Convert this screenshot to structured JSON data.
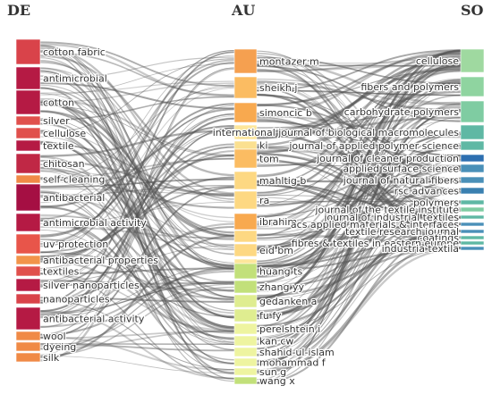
{
  "headers": {
    "left": "DE",
    "middle": "AU",
    "right": "SO"
  },
  "left_nodes": [
    {
      "label": "cotton fabric",
      "color": "#d9434a"
    },
    {
      "label": "antimicrobial",
      "color": "#b51a44"
    },
    {
      "label": "cotton",
      "color": "#b51a44"
    },
    {
      "label": "silver",
      "color": "#e0504c"
    },
    {
      "label": "cellulose",
      "color": "#e0504c"
    },
    {
      "label": "textile",
      "color": "#b51a44"
    },
    {
      "label": "chitosan",
      "color": "#c02845"
    },
    {
      "label": "self-cleaning",
      "color": "#f08a46"
    },
    {
      "label": "antibacterial",
      "color": "#a50f43"
    },
    {
      "label": "antimicrobial activity",
      "color": "#b51a44"
    },
    {
      "label": "uv protection",
      "color": "#e8554a"
    },
    {
      "label": "antibacterial properties",
      "color": "#f2944a"
    },
    {
      "label": "textiles",
      "color": "#e0504c"
    },
    {
      "label": "silver nanoparticles",
      "color": "#b51a44"
    },
    {
      "label": "nanoparticles",
      "color": "#d9434a"
    },
    {
      "label": "antibacterial activity",
      "color": "#b51a44"
    },
    {
      "label": "wool",
      "color": "#f08a46"
    },
    {
      "label": "dyeing",
      "color": "#f08a46"
    },
    {
      "label": "silk",
      "color": "#f08a46"
    }
  ],
  "middle_nodes": [
    {
      "label": "montazer m",
      "color": "#f5a050"
    },
    {
      "label": "sheikh j",
      "color": "#fbbc62"
    },
    {
      "label": "simoncic b",
      "color": "#f8a94f"
    },
    {
      "label": "",
      "color": "#fde69a"
    },
    {
      "label": "ki",
      "color": "#fbe090"
    },
    {
      "label": "tom",
      "color": "#fbbc62"
    },
    {
      "label": "mahltig b",
      "color": "#fdd882"
    },
    {
      "label": "ra",
      "color": "#fdd882"
    },
    {
      "label": "ibrahim",
      "color": "#f8a94f"
    },
    {
      "label": "",
      "color": "#fdd882"
    },
    {
      "label": "eid bm",
      "color": "#fdd882"
    },
    {
      "label": "",
      "color": "#fde69a"
    },
    {
      "label": "huang ts",
      "color": "#c2e07a"
    },
    {
      "label": "zhang yy",
      "color": "#c2e07a"
    },
    {
      "label": "gedanken a",
      "color": "#dfed90"
    },
    {
      "label": "fu fy",
      "color": "#dfed90"
    },
    {
      "label": "perelshtein i",
      "color": "#eef4a0"
    },
    {
      "label": "kan cw",
      "color": "#eef4a0"
    },
    {
      "label": "shahid-ul-islam",
      "color": "#eef4a0"
    },
    {
      "label": "mohammad f",
      "color": "#eef4a0"
    },
    {
      "label": "sun g",
      "color": "#eef4a0"
    },
    {
      "label": "wang x",
      "color": "#c2e07a"
    }
  ],
  "right_nodes": [
    {
      "label": "cellulose",
      "color": "#9fd9a0"
    },
    {
      "label": "fibers and polymers",
      "color": "#8fd4a0"
    },
    {
      "label": "carbohydrate polymers",
      "color": "#7fcca2"
    },
    {
      "label": "international journal of biological macromolecules",
      "color": "#5fb8a4"
    },
    {
      "label": "journal of applied polymer science",
      "color": "#5fb8a4"
    },
    {
      "label": "journal of cleaner production",
      "color": "#2d6fb0"
    },
    {
      "label": "applied surface science",
      "color": "#4a90b8"
    },
    {
      "label": "journal of natural fibers",
      "color": "#4a90b8"
    },
    {
      "label": "rsc advances",
      "color": "#3a80b0"
    },
    {
      "label": "polymers",
      "color": "#5fb8a4"
    },
    {
      "label": "journal of the textile institute",
      "color": "#7fcca2"
    },
    {
      "label": "journal of industrial textiles",
      "color": "#5fb8a4"
    },
    {
      "label": "acs applied materials & interfaces",
      "color": "#4a90b8"
    },
    {
      "label": "textile research journal",
      "color": "#4a90b8"
    },
    {
      "label": "coatings",
      "color": "#5fb8a4"
    },
    {
      "label": "fibres & textiles in eastern europe",
      "color": "#5fb8a4"
    },
    {
      "label": "industria textila",
      "color": "#4a90b8"
    }
  ]
}
